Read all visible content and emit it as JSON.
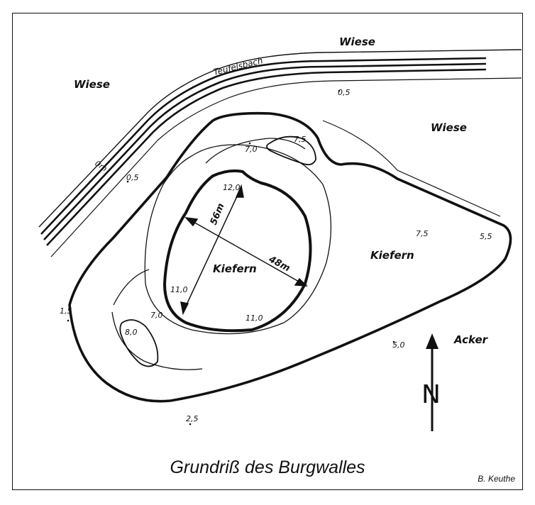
{
  "map": {
    "caption": "Grundriß des Burgwalles",
    "author": "B. Keuthe",
    "labels": {
      "wiese_north": "Wiese",
      "wiese_west": "Wiese",
      "wiese_east": "Wiese",
      "stream": "Teufelsbach",
      "kiefern_center": "Kiefern",
      "kiefern_east": "Kiefern",
      "acker": "Acker"
    },
    "elevations": {
      "e0m": "0m",
      "e05_west": "0,5",
      "e05_north": "0,5",
      "e70_top": "7,0",
      "e75_top": "7,5",
      "e120": "12,0",
      "e75_east": "7,5",
      "e55": "5,5",
      "e110_left": "11,0",
      "e110_bottom": "11,0",
      "e15": "1,5",
      "e80": "8,0",
      "e70_bottom": "7,0",
      "e50": "5,0",
      "e25": "2,5"
    },
    "dimensions": {
      "ns": "56m",
      "ew": "48m"
    },
    "north_arrow": "N"
  }
}
